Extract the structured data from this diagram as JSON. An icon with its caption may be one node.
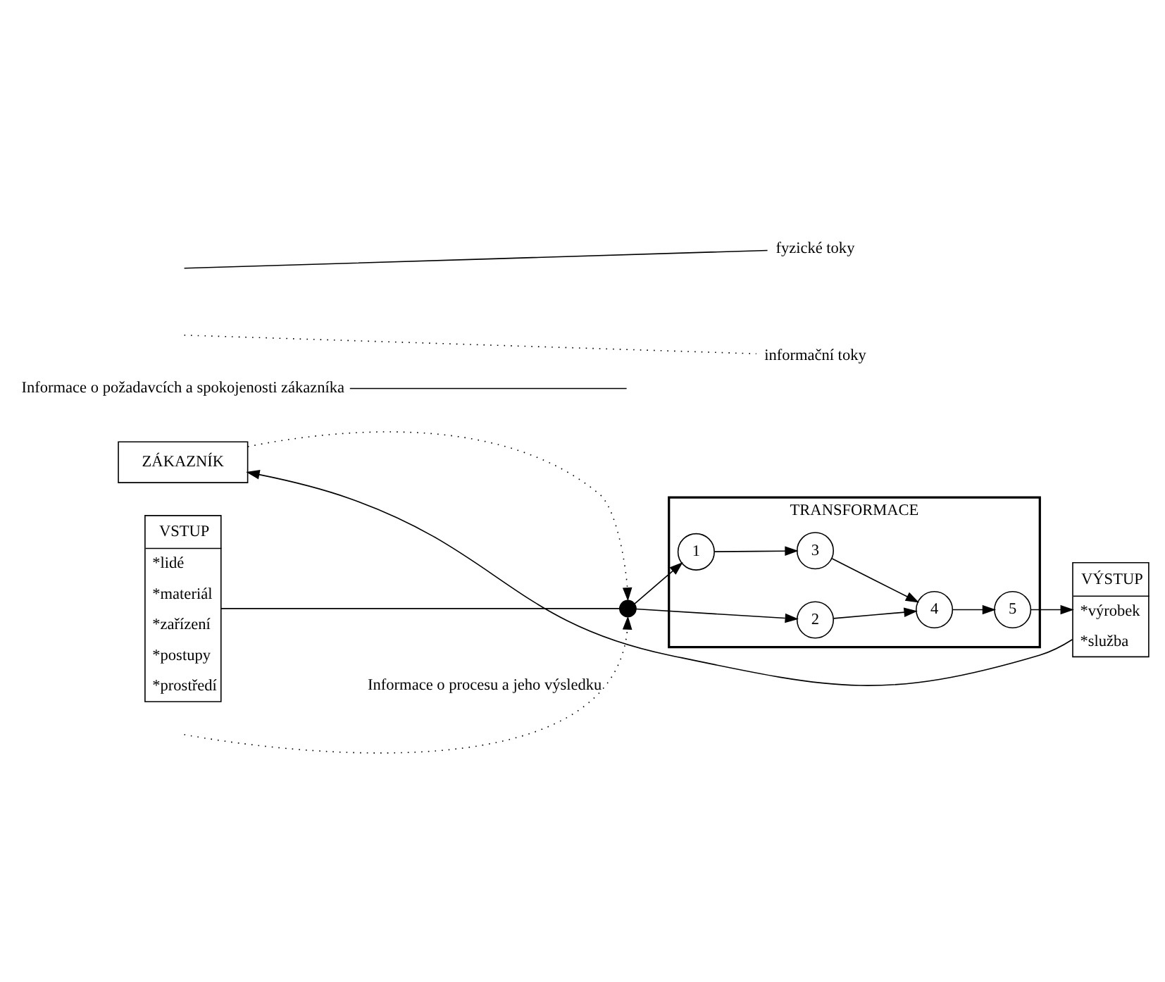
{
  "diagram": {
    "nodes": [
      {
        "text": [
          "ZÁKAZNÍK"
        ]
      },
      {
        "text": [
          "VSTUP",
          "*lidé",
          "*materiál",
          "*zařízení",
          "*postupy",
          "*prostředí"
        ]
      },
      {
        "text": [
          "TRANSFORMACE"
        ]
      },
      {
        "text": [
          "1"
        ],
        "in": 2
      },
      {
        "text": [
          "2"
        ],
        "in": 2
      },
      {
        "text": [
          "3"
        ],
        "in": 2
      },
      {
        "text": [
          "4"
        ],
        "in": 2
      },
      {
        "text": [
          "5"
        ],
        "in": 2
      },
      {
        "text": [
          "VÝSTUP",
          "*výrobek",
          "*služba"
        ]
      },
      {
        "text": [],
        "shape": "point"
      },
      {
        "text": [
          "Informace o požadavcích a spokojenosti zákazníka"
        ]
      }
    ],
    "edges": [
      {
        "from": 1,
        "to": 9,
        "arrow": "none"
      },
      {
        "from": 9,
        "to": 3,
        "arrow": "to"
      },
      {
        "from": 9,
        "to": 4,
        "arrow": "to"
      },
      {
        "from": 3,
        "to": 5,
        "arrow": "to"
      },
      {
        "from": 5,
        "to": 6,
        "arrow": "to"
      },
      {
        "from": 4,
        "to": 6,
        "arrow": "to"
      },
      {
        "from": 6,
        "to": 7,
        "arrow": "to"
      },
      {
        "from": 7,
        "to": 8,
        "arrow": "to"
      },
      {
        "from": 8,
        "to": 0,
        "arrow": "to"
      },
      {
        "from": 0,
        "to": 9,
        "arrow": "to",
        "style": "dashed"
      },
      {
        "from": null,
        "to": 9,
        "arrow": "to",
        "style": "dashed",
        "label": "Informace o procesu a jeho výsledku"
      },
      {
        "from": 10,
        "to": null,
        "arrow": "none"
      }
    ],
    "legend": [
      {
        "text": "fyzické toky"
      },
      {
        "text": "informační toky"
      }
    ]
  }
}
